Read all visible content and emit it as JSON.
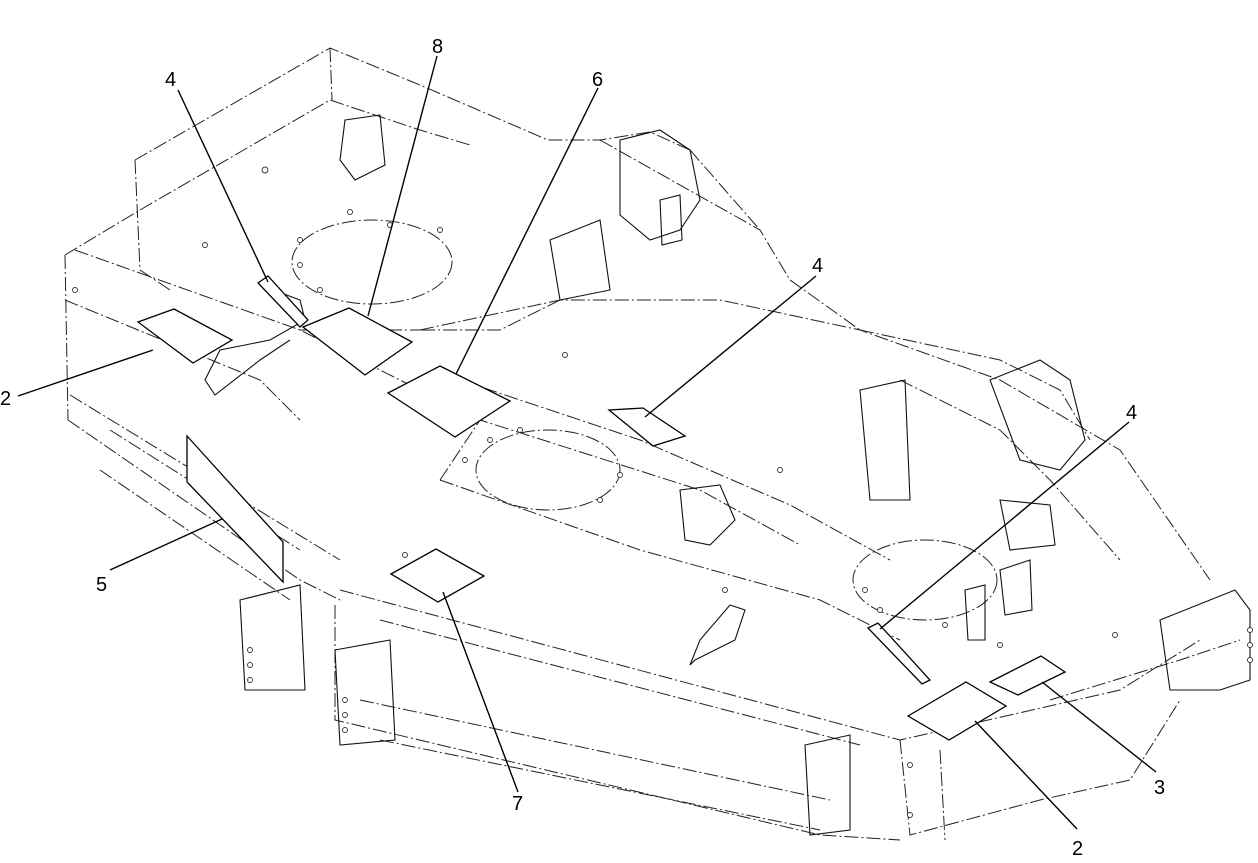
{
  "callouts": {
    "decal_2_left": "2",
    "decal_2_right": "2",
    "decal_3": "3",
    "decal_4_left": "4",
    "decal_4_center": "4",
    "decal_4_right": "4",
    "decal_5": "5",
    "decal_6": "6",
    "decal_7": "7",
    "decal_8": "8"
  }
}
